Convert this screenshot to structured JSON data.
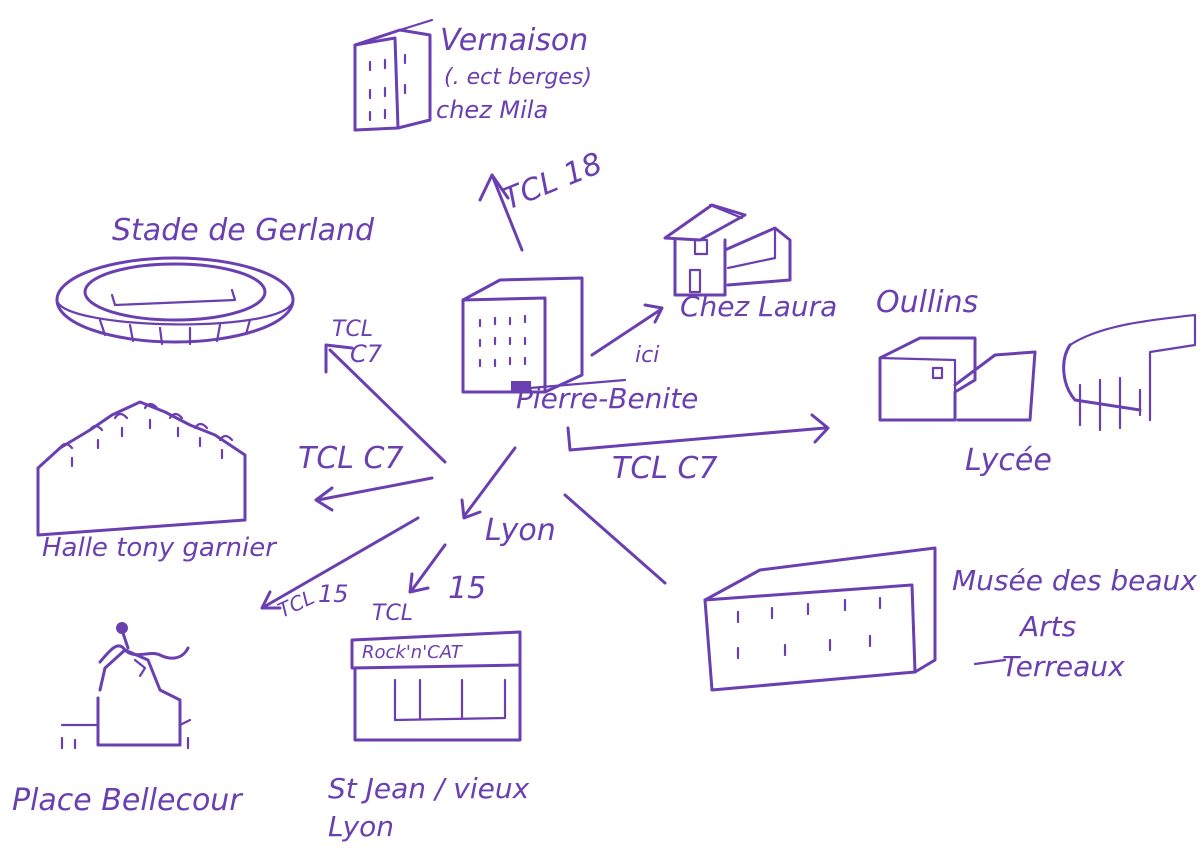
{
  "ink_color": "#6a3fb0",
  "labels": {
    "vernaison_line1": "Vernaison",
    "vernaison_line2": "(. ect berges)",
    "vernaison_line3": "chez Mila",
    "tcl18": "TCL 18",
    "stade": "Stade de Gerland",
    "chez_laura": "Chez Laura",
    "ici": "ici",
    "tcl_c7_top": "TCL",
    "tcl_c7_top2": "C7",
    "pierre_benite": "Pierre-Benite",
    "oullins": "Oullins",
    "lycee": "Lycée",
    "tcl_c7_left": "TCL C7",
    "tcl_c7_right": "TCL C7",
    "halle": "Halle tony garnier",
    "lyon": "Lyon",
    "tcl15_a_line1": "TCL",
    "tcl15_a_num": "15",
    "tcl15_b_line1": "TCL",
    "tcl15_b_num": "15",
    "rock_sign": "Rock'n'CAT",
    "musee_line1": "Musée des beaux",
    "musee_line2": "Arts",
    "musee_line3": "Terreaux",
    "place_bellecour": "Place Bellecour",
    "st_jean_line1": "St Jean / vieux",
    "st_jean_line2": "Lyon"
  }
}
